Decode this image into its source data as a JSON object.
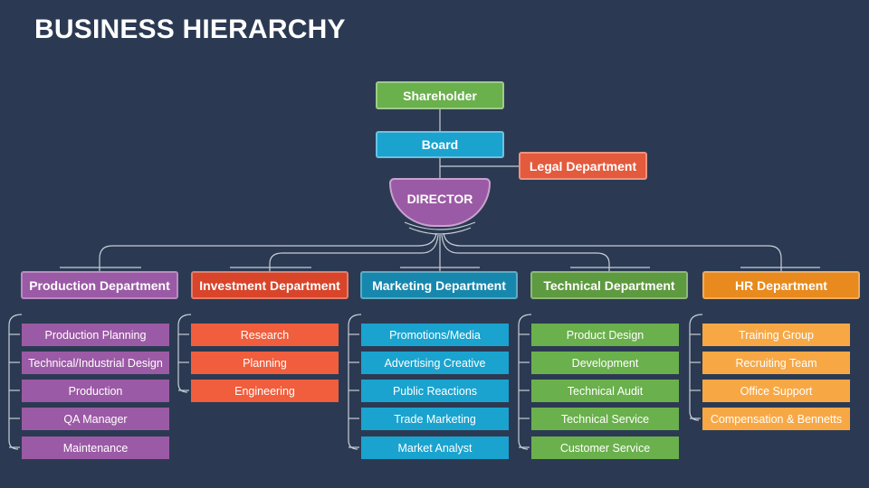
{
  "title": "BUSINESS HIERARCHY",
  "top": {
    "shareholder": "Shareholder",
    "board": "Board",
    "legal": "Legal Department",
    "director": "DIRECTOR"
  },
  "colors": {
    "background": "#2b3a52",
    "green": "#6ab04c",
    "blue": "#1aa3cf",
    "red": "#e35a3c",
    "purple": "#9b5aa5",
    "orange": "#f39c33"
  },
  "departments": [
    {
      "name": "Production Department",
      "color": "#9b5aa5",
      "item_color": "#9b5aa5",
      "items": [
        "Production Planning",
        "Technical/Industrial Design",
        "Production",
        "QA Manager",
        "Maintenance"
      ]
    },
    {
      "name": "Investment Department",
      "color": "#d8452a",
      "item_color": "#f05e3d",
      "items": [
        "Research",
        "Planning",
        "Engineering"
      ]
    },
    {
      "name": "Marketing Department",
      "color": "#1787ad",
      "item_color": "#1aa3cf",
      "items": [
        "Promotions/Media",
        "Advertising Creative",
        "Public Reactions",
        "Trade Marketing",
        "Market Analyst"
      ]
    },
    {
      "name": "Technical Department",
      "color": "#5e9a3f",
      "item_color": "#6ab04c",
      "items": [
        "Product Design",
        "Development",
        "Technical Audit",
        "Technical Service",
        "Customer Service"
      ]
    },
    {
      "name": "HR Department",
      "color": "#e88a1d",
      "item_color": "#f7a845",
      "items": [
        "Training Group",
        "Recruiting Team",
        "Office Support",
        "Compensation & Bennetts"
      ]
    }
  ]
}
